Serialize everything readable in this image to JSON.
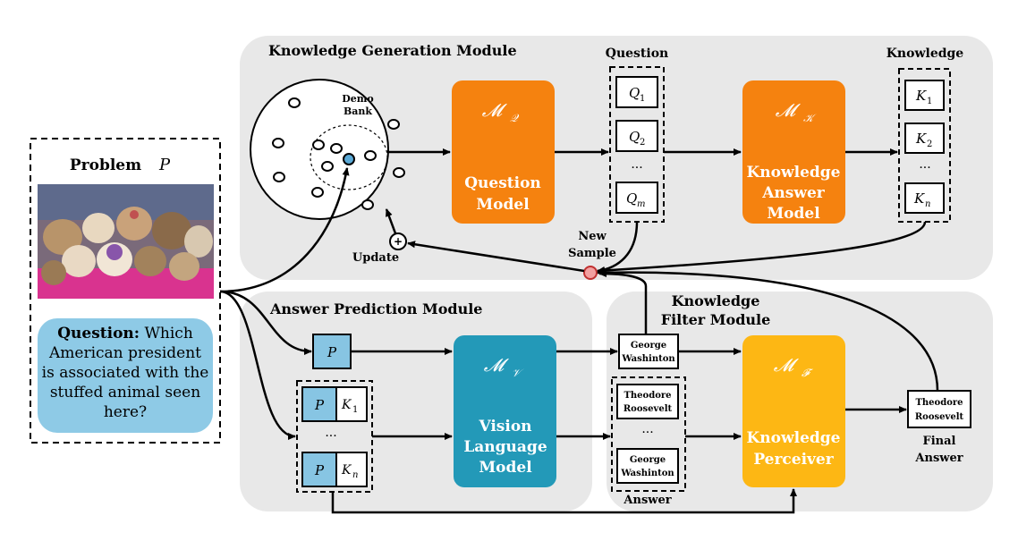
{
  "modules": {
    "kg_title": "Knowledge Generation Module",
    "ap_title": "Answer Prediction Module",
    "kf_title_line1": "Knowledge",
    "kf_title_line2": "Filter Module"
  },
  "problem": {
    "title": "Problem",
    "symbol": "P",
    "image_desc": "stuffed animals",
    "question_label": "Question:",
    "question_text": "Which American president is associated with the stuffed animal seen here?"
  },
  "demo_bank": {
    "line1": "Demo",
    "line2": "Bank"
  },
  "question_model": {
    "symbol": "𝓜",
    "sub": "𝒬",
    "line1": "Question",
    "line2": "Model"
  },
  "knowledge_answer_model": {
    "symbol": "𝓜",
    "sub": "𝒦",
    "line1": "Knowledge",
    "line2": "Answer",
    "line3": "Model"
  },
  "vlm": {
    "symbol": "𝓜",
    "sub": "𝒱",
    "line1": "Vision",
    "line2": "Language",
    "line3": "Model"
  },
  "perceiver": {
    "symbol": "𝓜",
    "sub": "𝓕",
    "line1": "Knowledge",
    "line2": "Perceiver"
  },
  "question_col": {
    "title": "Question",
    "q1": "1",
    "q2": "2",
    "qm": "m",
    "dots": "···",
    "var": "Q"
  },
  "knowledge_col": {
    "title": "Knowledge",
    "k1": "1",
    "k2": "2",
    "kn": "n",
    "dots": "···",
    "var": "K"
  },
  "update": {
    "label": "Update",
    "symbol": "+"
  },
  "new_sample": {
    "line1": "New",
    "line2": "Sample"
  },
  "ap_inputs": {
    "p": "P",
    "k1_var": "K",
    "k1_sub": "1",
    "kn_var": "K",
    "kn_sub": "n",
    "dots": "···"
  },
  "answers": {
    "top_line1": "George",
    "top_line2": "Washinton",
    "a1_line1": "Theodore",
    "a1_line2": "Roosevelt",
    "a2_line1": "George",
    "a2_line2": "Washinton",
    "dots": "···",
    "label": "Answer"
  },
  "final": {
    "line1": "Theodore",
    "line2": "Roosevelt",
    "label1": "Final",
    "label2": "Answer"
  },
  "colors": {
    "panel": "#e8e8e8",
    "orange": "#f5820f",
    "teal": "#2399b8",
    "yellow": "#fdb714",
    "light_blue": "#87c5e3",
    "question_bubble": "#8ecae6",
    "new_sample": "#f2a0a0"
  }
}
